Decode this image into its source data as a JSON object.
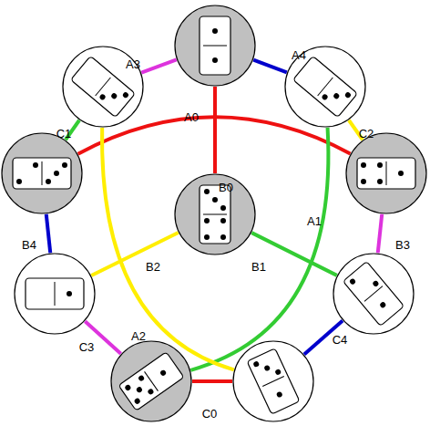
{
  "diagram": {
    "nodes": [
      {
        "text": []
      },
      {
        "text": []
      },
      {
        "text": []
      },
      {
        "text": []
      },
      {
        "text": []
      },
      {
        "text": []
      },
      {
        "text": []
      },
      {
        "text": []
      },
      {
        "text": []
      },
      {
        "text": []
      }
    ],
    "edges": [
      {
        "from": 0,
        "to": 1,
        "arrow": "none",
        "label": "A3"
      },
      {
        "from": 0,
        "to": 2,
        "arrow": "none",
        "label": "A4"
      },
      {
        "from": 1,
        "to": 3,
        "arrow": "none",
        "label": "C1"
      },
      {
        "from": 2,
        "to": 5,
        "arrow": "none",
        "label": "C2"
      },
      {
        "from": 3,
        "to": 5,
        "arrow": "none",
        "label": "A0"
      },
      {
        "from": 0,
        "to": 4,
        "arrow": "none",
        "label": "B0"
      },
      {
        "from": 3,
        "to": 6,
        "arrow": "none",
        "label": "B4"
      },
      {
        "from": 5,
        "to": 7,
        "arrow": "none",
        "label": "B3"
      },
      {
        "from": 4,
        "to": 6,
        "arrow": "none",
        "label": "B2"
      },
      {
        "from": 4,
        "to": 7,
        "arrow": "none",
        "label": "B1"
      },
      {
        "from": 2,
        "to": 8,
        "arrow": "none",
        "label": "A1"
      },
      {
        "from": 1,
        "to": 9,
        "arrow": "none",
        "label": "A2"
      },
      {
        "from": 6,
        "to": 8,
        "arrow": "none",
        "label": "C3"
      },
      {
        "from": 7,
        "to": 9,
        "arrow": "none",
        "label": "C4"
      },
      {
        "from": 8,
        "to": 9,
        "arrow": "none",
        "label": "C0"
      }
    ]
  }
}
